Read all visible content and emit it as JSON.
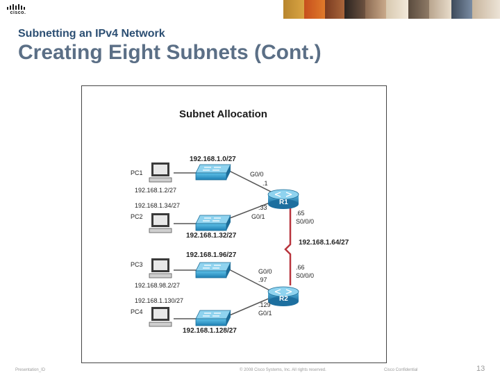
{
  "header": {
    "logo_text": "cisco."
  },
  "slide": {
    "subtitle": "Subnetting an IPv4 Network",
    "title": "Creating Eight Subnets (Cont.)"
  },
  "diagram": {
    "title": "Subnet Allocation",
    "subnets": {
      "s1": "192.168.1.0/27",
      "s2": "192.168.1.32/27",
      "s3": "192.168.1.64/27",
      "s4": "192.168.1.96/27",
      "s5": "192.168.1.128/27"
    },
    "pcs": {
      "pc1": {
        "name": "PC1",
        "ip": "192.168.1.2/27"
      },
      "pc2": {
        "name": "PC2",
        "ip": "192.168.1.34/27"
      },
      "pc3": {
        "name": "PC3",
        "ip": "192.168.98.2/27"
      },
      "pc4": {
        "name": "PC4",
        "ip": "192.168.1.130/27"
      }
    },
    "routers": {
      "r1": {
        "name": "R1",
        "g00_iface": "G0/0",
        "g00_ip": ".1",
        "g01_ip": ".33",
        "g01_iface": "G0/1",
        "s000_ip": ".65",
        "s000_iface": "S0/0/0"
      },
      "r2": {
        "name": "R2",
        "g00_iface": "G0/0",
        "g00_ip": ".97",
        "s000_ip": ".66",
        "s000_iface": "S0/0/0",
        "g01_ip": ".129",
        "g01_iface": "G0/1"
      }
    }
  },
  "footer": {
    "presentation_id": "Presentation_ID",
    "copyright": "© 2008 Cisco Systems, Inc. All rights reserved.",
    "confidential": "Cisco Confidential",
    "page_number": "13"
  }
}
